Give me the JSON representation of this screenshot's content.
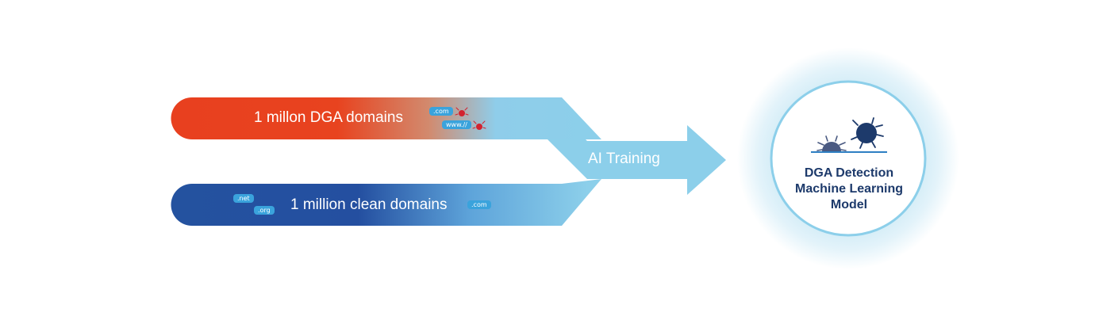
{
  "flow": {
    "dga_label": "1 millon DGA domains",
    "clean_label": "1 million clean domains",
    "training_label": "AI Training",
    "dga_tags": [
      ".com",
      "www.//"
    ],
    "clean_tags": [
      ".net",
      ".org",
      ".com"
    ]
  },
  "model": {
    "title_lines": [
      "DGA Detection",
      "Machine Learning",
      "Model"
    ]
  },
  "icons": [
    "bug-icon",
    "malware-bug-icon"
  ],
  "colors": {
    "dga_red": "#e8401f",
    "clean_blue": "#24529f",
    "training_light_blue": "#8ccfea",
    "model_navy": "#1d3a6b",
    "tag_blue": "#3aa3dc",
    "bug_red": "#d3232f"
  }
}
